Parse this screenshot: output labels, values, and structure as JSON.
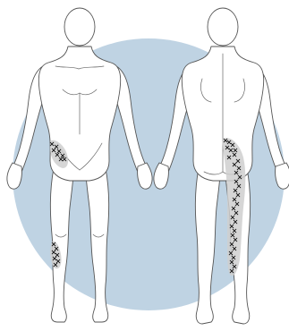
{
  "figure": {
    "background_disc_color": "#bfd3e3",
    "outline_color": "#555555",
    "pain_zone_color": "#cfcfcf",
    "marker_color": "#111111",
    "marker_symbol": "x"
  },
  "views": [
    {
      "id": "front",
      "pain_regions": [
        "lateral-hip",
        "lower-leg-lateral"
      ]
    },
    {
      "id": "back",
      "pain_regions": [
        "buttock-posterior-thigh-calf"
      ]
    }
  ]
}
